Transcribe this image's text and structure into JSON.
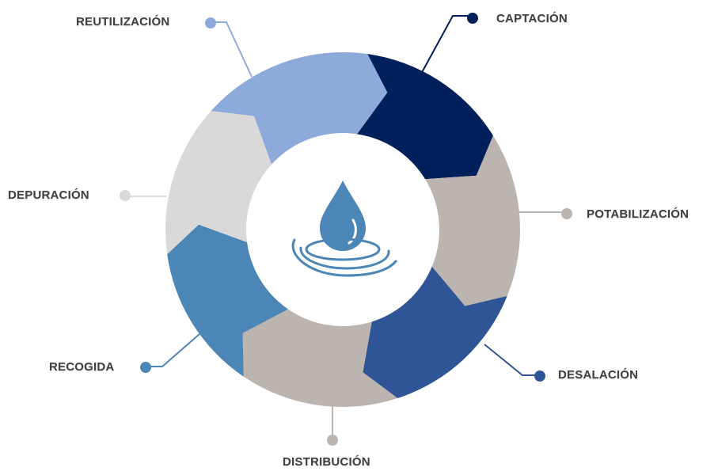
{
  "diagram": {
    "center_icon": "water-drop-icon",
    "stages": [
      {
        "key": "captacion",
        "label": "CAPTACIÓN",
        "color": "#00205b"
      },
      {
        "key": "potabilizacion",
        "label": "POTABILIZACIÓN",
        "color": "#bcb4ae"
      },
      {
        "key": "desalacion",
        "label": "DESALACIÓN",
        "color": "#2f5596"
      },
      {
        "key": "distribucion",
        "label": "DISTRIBUCIÓN",
        "color": "#bcb4ae"
      },
      {
        "key": "recogida",
        "label": "RECOGIDA",
        "color": "#4b86b6"
      },
      {
        "key": "depuracion",
        "label": "DEPURACIÓN",
        "color": "#d9d9d9"
      },
      {
        "key": "reutilizacion",
        "label": "REUTILIZACIÓN",
        "color": "#8eaadb"
      }
    ],
    "icon_color": "#4b86b6"
  }
}
